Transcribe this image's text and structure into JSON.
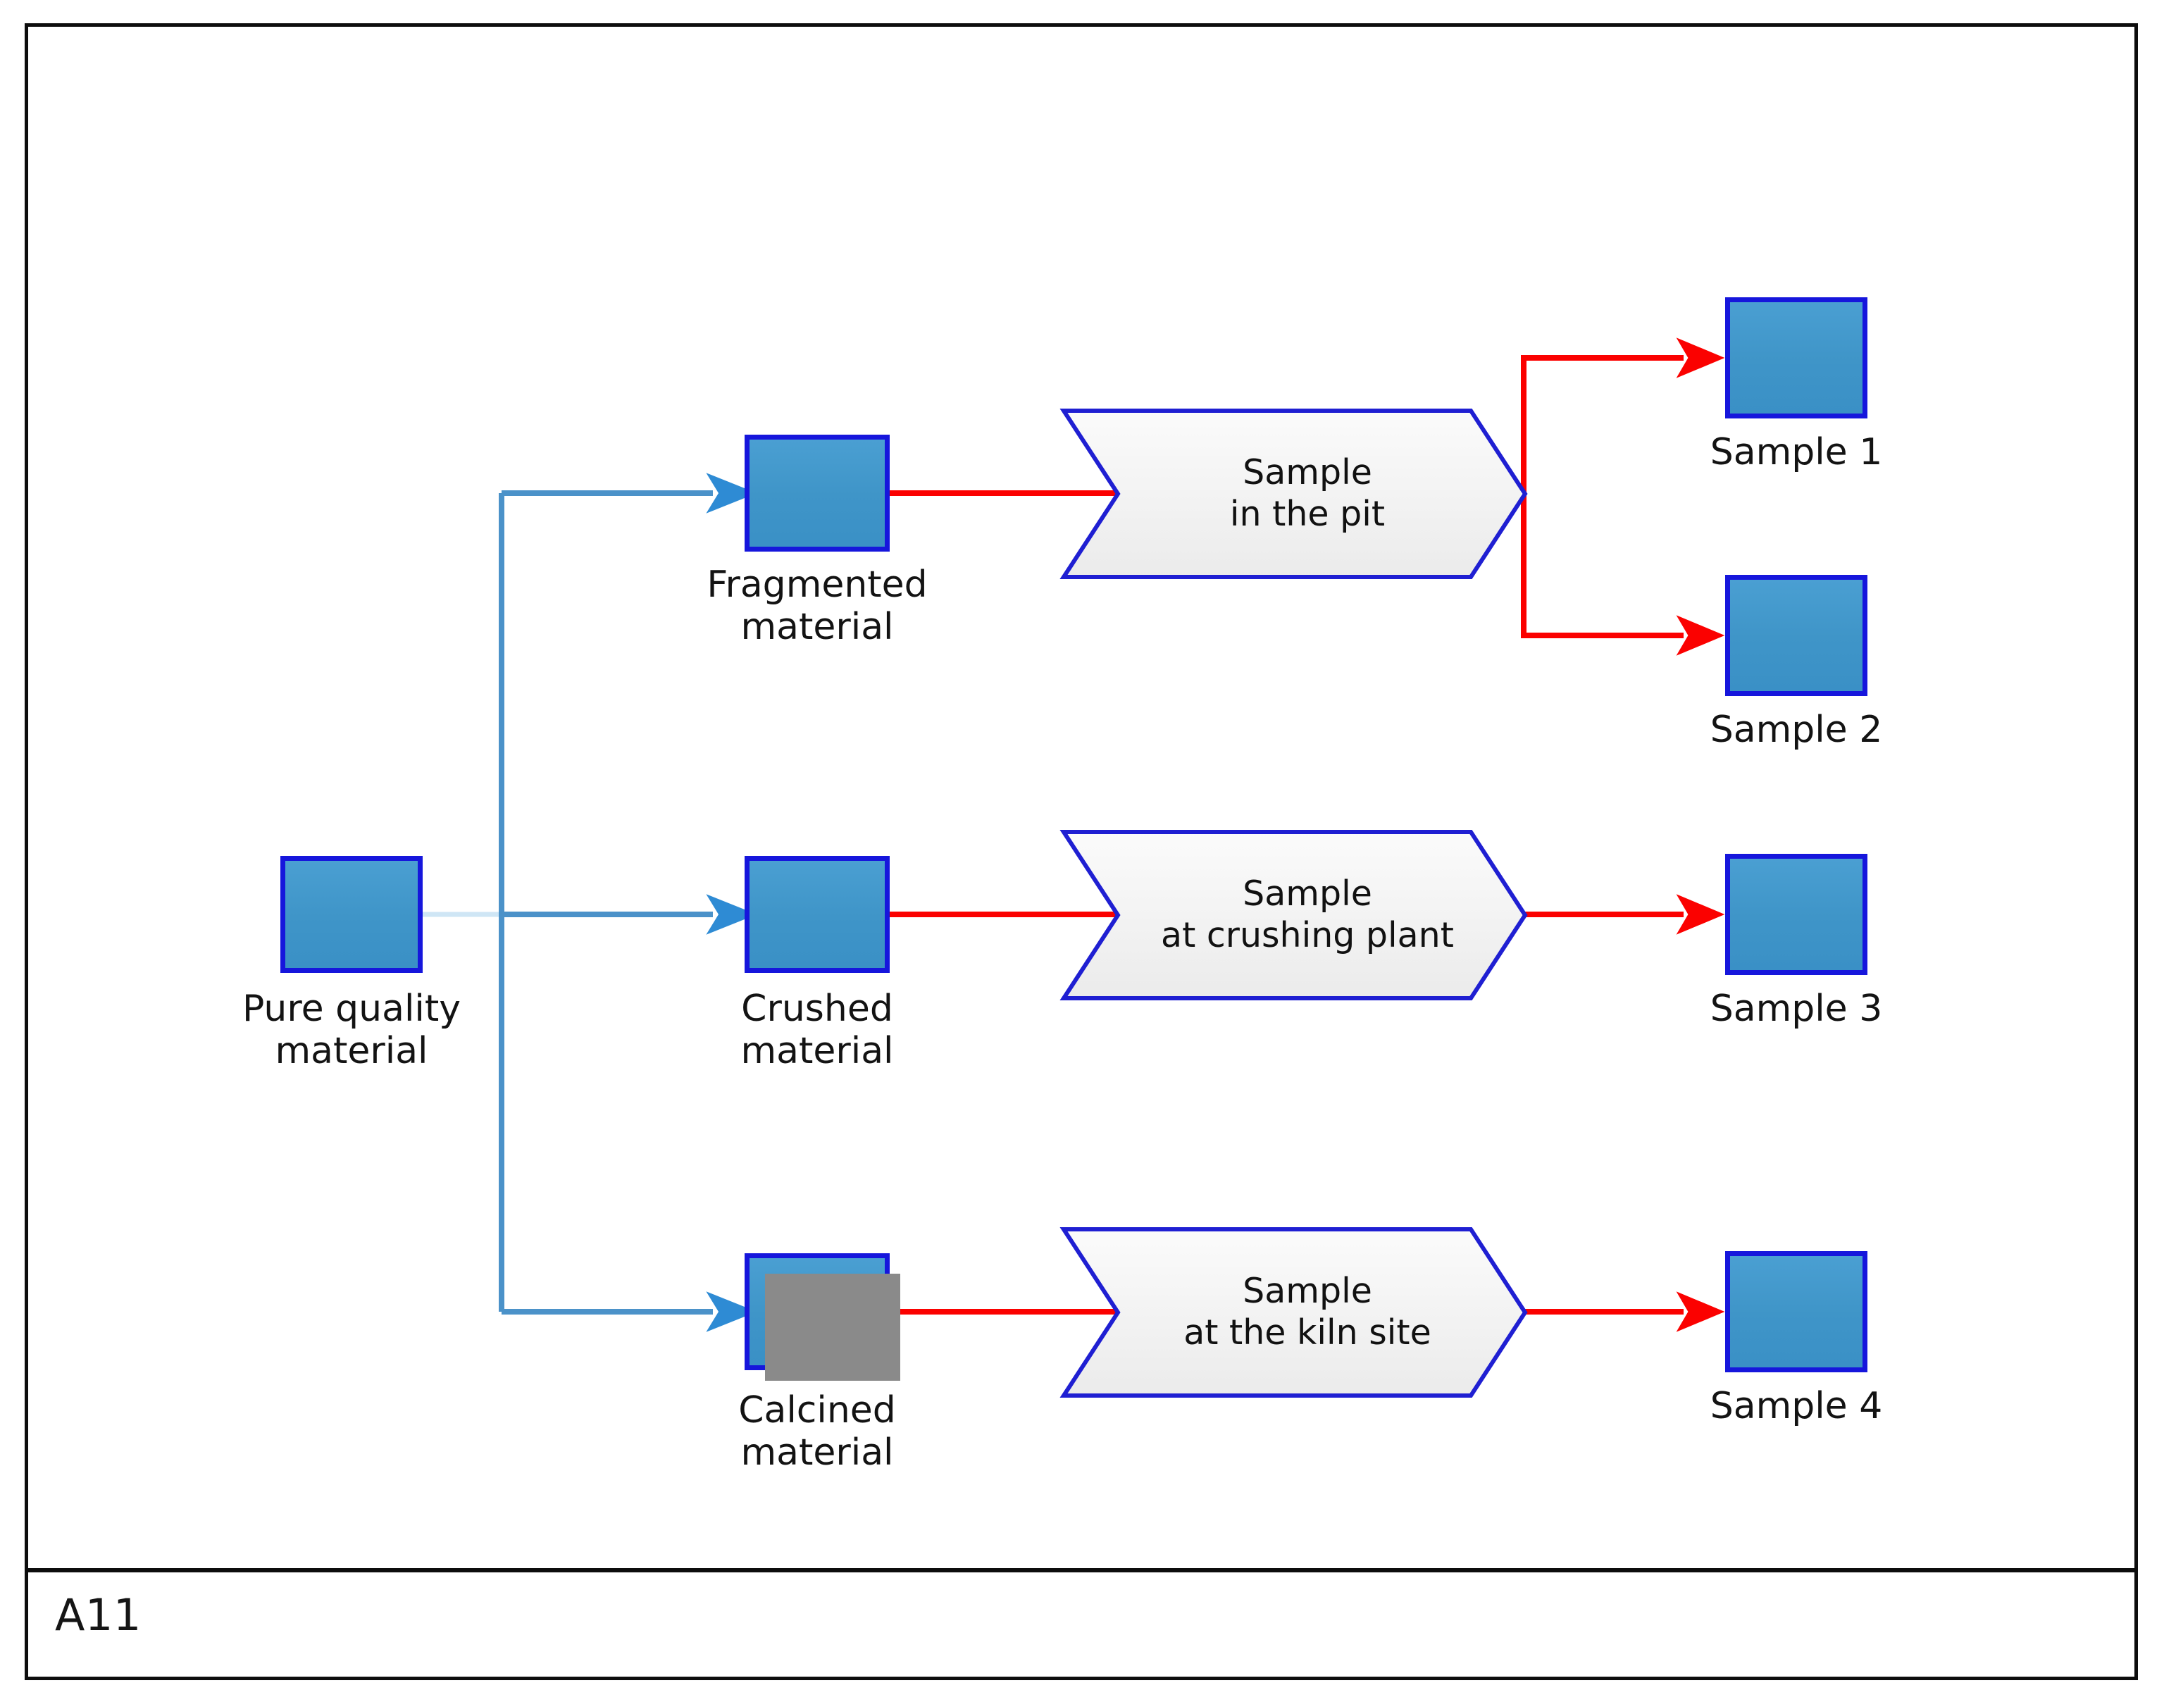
{
  "figure": {
    "caption": "A11",
    "background": "#ffffff",
    "frame_color": "#0d0d0d"
  },
  "colors": {
    "box_fill": "#3f95c8",
    "box_border": "#1616dc",
    "chevron_fill": "#f1f1f1",
    "chevron_border": "#1f1fd2",
    "blue_connector": "#2e8bd4",
    "red_connector": "#fb0100",
    "shadow": "#8a8a8a",
    "text": "#131313"
  },
  "nodes": {
    "source": {
      "id": "pure-quality-material",
      "label": "Pure quality\nmaterial",
      "type": "material-box"
    },
    "materials": [
      {
        "id": "fragmented-material",
        "label": "Fragmented\nmaterial",
        "type": "material-box",
        "shadow": false
      },
      {
        "id": "crushed-material",
        "label": "Crushed\nmaterial",
        "type": "material-box",
        "shadow": false
      },
      {
        "id": "calcined-material",
        "label": "Calcined\nmaterial",
        "type": "material-box",
        "shadow": true
      }
    ],
    "processes": [
      {
        "id": "sample-in-the-pit",
        "label": "Sample\nin the pit",
        "type": "chevron-process"
      },
      {
        "id": "sample-at-crushing-plant",
        "label": "Sample\nat crushing plant",
        "type": "chevron-process"
      },
      {
        "id": "sample-at-the-kiln-site",
        "label": "Sample\nat the kiln site",
        "type": "chevron-process"
      }
    ],
    "samples": [
      {
        "id": "sample-1",
        "label": "Sample 1",
        "type": "material-box"
      },
      {
        "id": "sample-2",
        "label": "Sample 2",
        "type": "material-box"
      },
      {
        "id": "sample-3",
        "label": "Sample 3",
        "type": "material-box"
      },
      {
        "id": "sample-4",
        "label": "Sample 4",
        "type": "material-box"
      }
    ]
  },
  "edges": [
    {
      "from": "pure-quality-material",
      "to": "fragmented-material",
      "color": "blue"
    },
    {
      "from": "pure-quality-material",
      "to": "crushed-material",
      "color": "blue"
    },
    {
      "from": "pure-quality-material",
      "to": "calcined-material",
      "color": "blue"
    },
    {
      "from": "fragmented-material",
      "to": "sample-in-the-pit",
      "color": "red"
    },
    {
      "from": "crushed-material",
      "to": "sample-at-crushing-plant",
      "color": "red"
    },
    {
      "from": "calcined-material",
      "to": "sample-at-the-kiln-site",
      "color": "red"
    },
    {
      "from": "sample-in-the-pit",
      "to": "sample-1",
      "color": "red"
    },
    {
      "from": "sample-in-the-pit",
      "to": "sample-2",
      "color": "red"
    },
    {
      "from": "sample-at-crushing-plant",
      "to": "sample-3",
      "color": "red"
    },
    {
      "from": "sample-at-the-kiln-site",
      "to": "sample-4",
      "color": "red"
    }
  ]
}
